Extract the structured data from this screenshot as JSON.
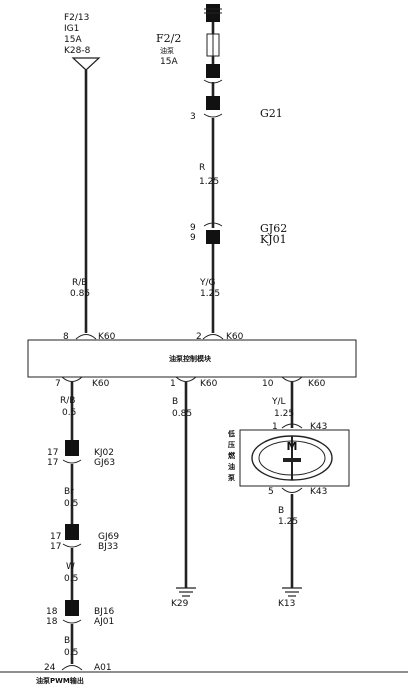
{
  "supply": {
    "label_1": "F2/13",
    "label_2": "IG1",
    "label_3": "15A",
    "label_4": "K28-8"
  },
  "fuse": {
    "name": "F2/2",
    "desc": "油泵",
    "rating": "15A"
  },
  "connectors": {
    "g21": "G21",
    "g21_pin": "3",
    "gj62": "GJ62",
    "kj01": "KJ01",
    "gj62_pin": "9",
    "kj01_pin": "9",
    "k60_8": "K60",
    "k60_8_pin": "8",
    "k60_2": "K60",
    "k60_2_pin": "2",
    "k60_7": "K60",
    "k60_7_pin": "7",
    "k60_1": "K60",
    "k60_1_pin": "1",
    "k60_10": "K60",
    "k60_10_pin": "10",
    "kj02": "KJ02",
    "gj63": "GJ63",
    "kj02_pin": "17",
    "gj63_pin": "17",
    "gj69": "GJ69",
    "bj33": "BJ33",
    "gj69_pin": "17",
    "bj33_pin": "17",
    "bj16": "BJ16",
    "aj01": "AJ01",
    "bj16_pin": "18",
    "aj01_pin": "18",
    "k43_1": "K43",
    "k43_1_pin": "1",
    "k43_5": "K43",
    "k43_5_pin": "5",
    "a01": "A01",
    "a01_pin": "24"
  },
  "wires": {
    "w1_color": "R",
    "w1_size": "1.25",
    "w2_color": "R/B",
    "w2_size": "0.85",
    "w3_color": "Y/G",
    "w3_size": "1.25",
    "w4_color": "R/B",
    "w4_size": "0.5",
    "w5_color": "B",
    "w5_size": "0.85",
    "w6_color": "Y/L",
    "w6_size": "1.25",
    "w7_color": "Br",
    "w7_size": "0.5",
    "w8_color": "W",
    "w8_size": "0.5",
    "w9_color": "B",
    "w9_size": "0.5",
    "w10_color": "B",
    "w10_size": "1.25"
  },
  "module": {
    "name": "油泵控制模块"
  },
  "pump": {
    "motor": "M",
    "name_chars": [
      "低",
      "压",
      "燃",
      "油",
      "泵"
    ]
  },
  "grounds": {
    "k29": "K29",
    "k13": "K13"
  },
  "bottom": {
    "label": "油泵PWM输出"
  }
}
